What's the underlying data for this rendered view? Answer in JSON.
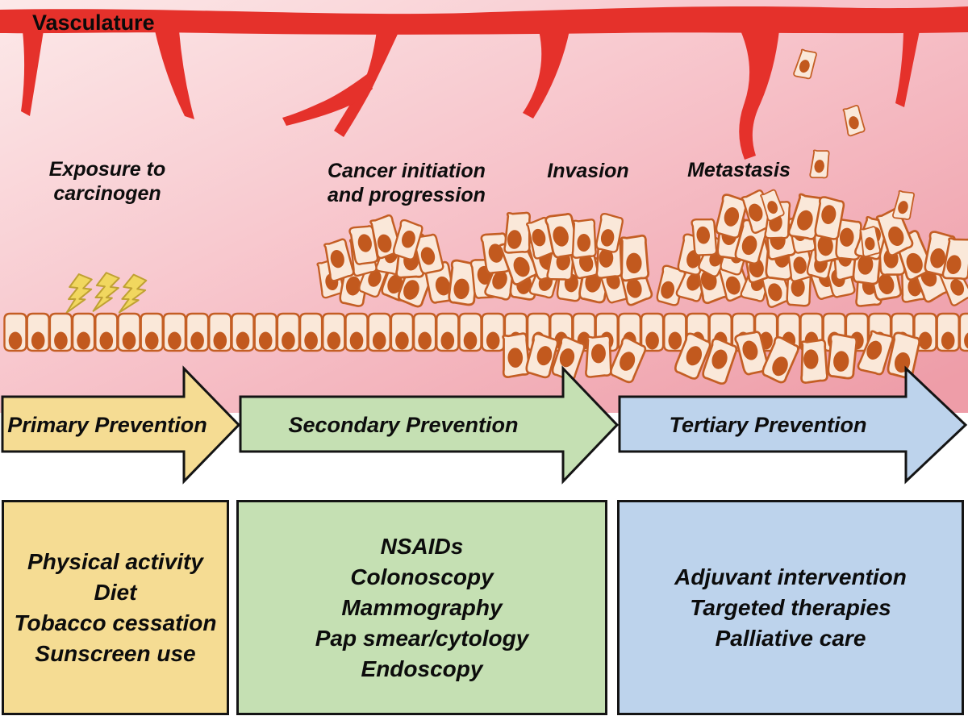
{
  "vasculature_label": "Vasculature",
  "stages": [
    {
      "lines": [
        "Exposure to",
        "carcinogen"
      ]
    },
    {
      "lines": [
        "Cancer initiation",
        "and progression"
      ]
    },
    {
      "lines": [
        "Invasion"
      ]
    },
    {
      "lines": [
        "Metastasis"
      ]
    }
  ],
  "prevention_arrows": [
    {
      "label": "Primary Prevention",
      "fill": "#F5DC93"
    },
    {
      "label": "Secondary Prevention",
      "fill": "#C5E0B3"
    },
    {
      "label": "Tertiary Prevention",
      "fill": "#BDD3EC"
    }
  ],
  "intervention_boxes": [
    {
      "fill": "#F5DC93",
      "items": [
        "Physical activity",
        "Diet",
        "Tobacco cessation",
        "Sunscreen use"
      ]
    },
    {
      "fill": "#C5E0B3",
      "items": [
        "NSAIDs",
        "Colonoscopy",
        "Mammography",
        "Pap smear/cytology",
        "Endoscopy"
      ]
    },
    {
      "fill": "#BDD3EC",
      "items": [
        "Adjuvant intervention",
        "Targeted therapies",
        "Palliative care"
      ]
    }
  ],
  "colors": {
    "vessel_red": "#E5312B",
    "cell_fill": "#FAE8D9",
    "cell_outline": "#C45E24",
    "nucleus": "#C2591E",
    "bolt_fill": "#F1D75F",
    "bolt_outline": "#BFA133",
    "background_light": "#FCE9E9",
    "background_deep": "#EE9DA8",
    "outline_black": "#141414"
  }
}
